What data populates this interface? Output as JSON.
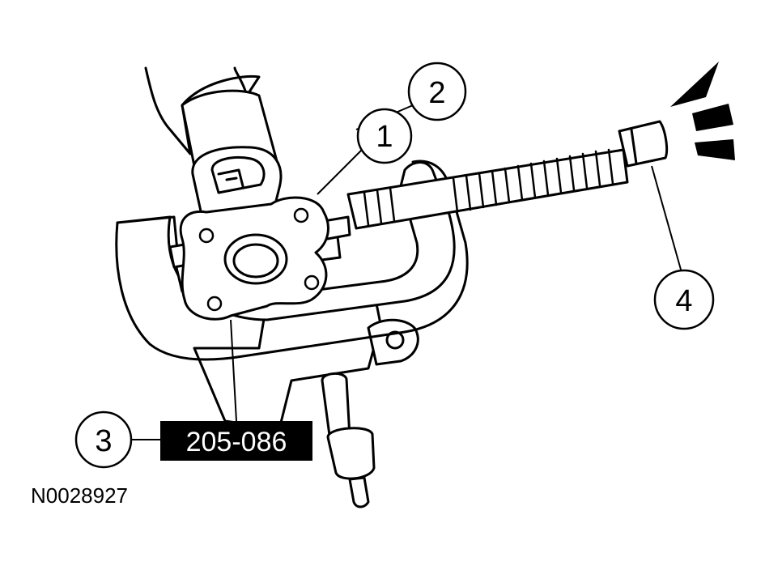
{
  "callouts": [
    {
      "id": "callout-1",
      "label": "1"
    },
    {
      "id": "callout-2",
      "label": "2"
    },
    {
      "id": "callout-3",
      "label": "3"
    },
    {
      "id": "callout-4",
      "label": "4"
    }
  ],
  "special_tool_number": "205-086",
  "figure_id": "N0028927",
  "colors": {
    "line": "#000000",
    "fill": "#ffffff",
    "label_bg": "#000000",
    "label_text": "#ffffff"
  }
}
